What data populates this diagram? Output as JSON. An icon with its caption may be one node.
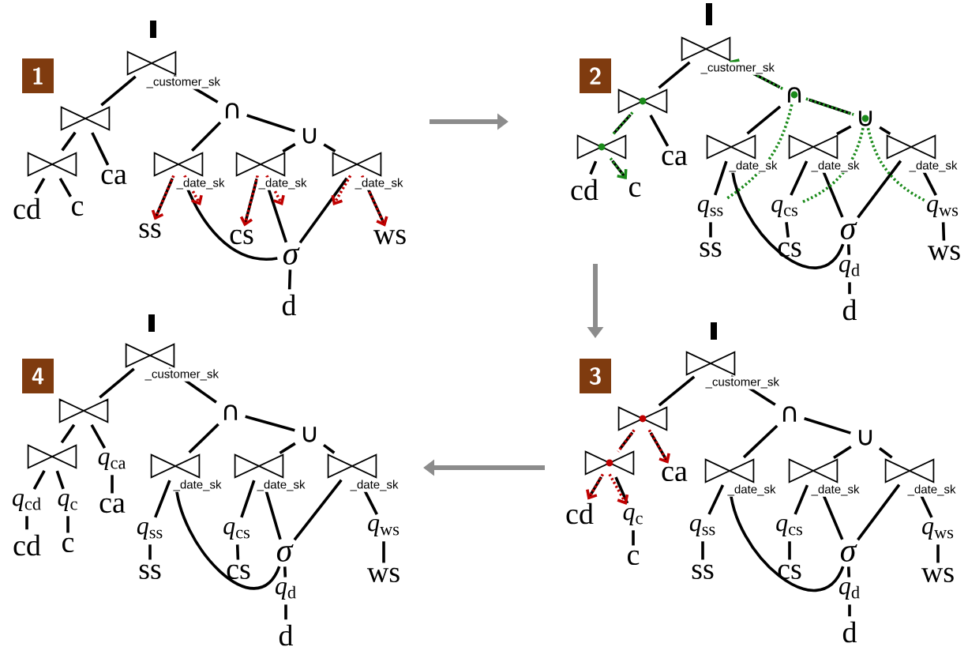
{
  "diagram": {
    "nodes": [
      {
        "text": [
          "1"
        ]
      },
      {
        "text": [],
        "shape": "bowtie",
        "beside": [
          "_customer_sk"
        ]
      },
      {
        "text": [],
        "shape": "bowtie"
      },
      {
        "text": [],
        "shape": "bowtie"
      },
      {
        "text": [
          "cd"
        ]
      },
      {
        "text": [
          "c"
        ]
      },
      {
        "text": [
          "ca"
        ]
      },
      {
        "text": [
          "∩"
        ]
      },
      {
        "text": [
          "∪"
        ]
      },
      {
        "text": [],
        "shape": "bowtie",
        "beside": [
          "_date_sk"
        ]
      },
      {
        "text": [],
        "shape": "bowtie",
        "beside": [
          "_date_sk"
        ]
      },
      {
        "text": [],
        "shape": "bowtie",
        "beside": [
          "_date_sk"
        ]
      },
      {
        "text": [
          "ss"
        ]
      },
      {
        "text": [
          "cs"
        ]
      },
      {
        "text": [
          "ws"
        ]
      },
      {
        "text": [
          "σ"
        ]
      },
      {
        "text": [
          "d"
        ]
      },
      {
        "text": [
          "2"
        ]
      },
      {
        "text": [],
        "shape": "bowtie",
        "beside": [
          "_customer_sk"
        ]
      },
      {
        "text": [],
        "shape": "bowtie"
      },
      {
        "text": [],
        "shape": "bowtie"
      },
      {
        "text": [
          "cd"
        ]
      },
      {
        "text": [
          "c"
        ]
      },
      {
        "text": [
          "ca"
        ]
      },
      {
        "text": [
          "∩"
        ]
      },
      {
        "text": [
          "∪"
        ]
      },
      {
        "text": [],
        "shape": "bowtie",
        "beside": [
          "_date_sk"
        ]
      },
      {
        "text": [],
        "shape": "bowtie",
        "beside": [
          "_date_sk"
        ]
      },
      {
        "text": [],
        "shape": "bowtie",
        "beside": [
          "_date_sk"
        ]
      },
      {
        "text": [
          "*q*$_{ss}$"
        ]
      },
      {
        "text": [
          "ss"
        ]
      },
      {
        "text": [
          "*q*$_{cs}$"
        ]
      },
      {
        "text": [
          "cs"
        ]
      },
      {
        "text": [
          "σ"
        ]
      },
      {
        "text": [
          "*q*$_{d}$"
        ]
      },
      {
        "text": [
          "d"
        ]
      },
      {
        "text": [
          "*q*$_{ws}$"
        ]
      },
      {
        "text": [
          "ws"
        ]
      },
      {
        "text": [
          "3"
        ]
      },
      {
        "text": [],
        "shape": "bowtie",
        "beside": [
          "_customer_sk"
        ]
      },
      {
        "text": [],
        "shape": "bowtie"
      },
      {
        "text": [],
        "shape": "bowtie"
      },
      {
        "text": [
          "cd"
        ]
      },
      {
        "text": [
          "*q*$_{c}$"
        ]
      },
      {
        "text": [
          "c"
        ]
      },
      {
        "text": [
          "ca"
        ]
      },
      {
        "text": [
          "∩"
        ]
      },
      {
        "text": [
          "∪"
        ]
      },
      {
        "text": [],
        "shape": "bowtie",
        "beside": [
          "_date_sk"
        ]
      },
      {
        "text": [],
        "shape": "bowtie",
        "beside": [
          "_date_sk"
        ]
      },
      {
        "text": [],
        "shape": "bowtie",
        "beside": [
          "_date_sk"
        ]
      },
      {
        "text": [
          "*q*$_{ss}$"
        ]
      },
      {
        "text": [
          "ss"
        ]
      },
      {
        "text": [
          "*q*$_{cs}$"
        ]
      },
      {
        "text": [
          "cs"
        ]
      },
      {
        "text": [
          "σ"
        ]
      },
      {
        "text": [
          "*q*$_{d}$"
        ]
      },
      {
        "text": [
          "d"
        ]
      },
      {
        "text": [
          "*q*$_{ws}$"
        ]
      },
      {
        "text": [
          "ws"
        ]
      },
      {
        "text": [
          "4"
        ]
      },
      {
        "text": [],
        "shape": "bowtie",
        "beside": [
          "_customer_sk"
        ]
      },
      {
        "text": [],
        "shape": "bowtie"
      },
      {
        "text": [],
        "shape": "bowtie"
      },
      {
        "text": [
          "*q*$_{cd}$"
        ]
      },
      {
        "text": [
          "cd"
        ]
      },
      {
        "text": [
          "*q*$_{c}$"
        ]
      },
      {
        "text": [
          "c"
        ]
      },
      {
        "text": [
          "*q*$_{ca}$"
        ]
      },
      {
        "text": [
          "ca"
        ]
      },
      {
        "text": [
          "∩"
        ]
      },
      {
        "text": [
          "∪"
        ]
      },
      {
        "text": [],
        "shape": "bowtie",
        "beside": [
          "_date_sk"
        ]
      },
      {
        "text": [],
        "shape": "bowtie",
        "beside": [
          "_date_sk"
        ]
      },
      {
        "text": [],
        "shape": "bowtie",
        "beside": [
          "_date_sk"
        ]
      },
      {
        "text": [
          "*q*$_{ss}$"
        ]
      },
      {
        "text": [
          "ss"
        ]
      },
      {
        "text": [
          "*q*$_{cs}$"
        ]
      },
      {
        "text": [
          "cs"
        ]
      },
      {
        "text": [
          "σ"
        ]
      },
      {
        "text": [
          "*q*$_{d}$"
        ]
      },
      {
        "text": [
          "d"
        ]
      },
      {
        "text": [
          "*q*$_{ws}$"
        ]
      },
      {
        "text": [
          "ws"
        ]
      }
    ],
    "edges": [
      {
        "from": 1,
        "to": 2,
        "arrow": "none"
      },
      {
        "from": 1,
        "to": 7,
        "arrow": "none"
      },
      {
        "from": 2,
        "to": 3,
        "arrow": "none"
      },
      {
        "from": 2,
        "to": 6,
        "arrow": "none"
      },
      {
        "from": 3,
        "to": 4,
        "arrow": "none"
      },
      {
        "from": 3,
        "to": 5,
        "arrow": "none"
      },
      {
        "from": 7,
        "to": 9,
        "arrow": "none"
      },
      {
        "from": 7,
        "to": 8,
        "arrow": "none"
      },
      {
        "from": 8,
        "to": 10,
        "arrow": "none"
      },
      {
        "from": 8,
        "to": 11,
        "arrow": "none"
      },
      {
        "from": 9,
        "to": 12,
        "arrow": "none"
      },
      {
        "from": 9,
        "to": 15,
        "arrow": "none"
      },
      {
        "from": 10,
        "to": 13,
        "arrow": "none"
      },
      {
        "from": 10,
        "to": 15,
        "arrow": "none"
      },
      {
        "from": 11,
        "to": 15,
        "arrow": "none"
      },
      {
        "from": 11,
        "to": 14,
        "arrow": "none"
      },
      {
        "from": 15,
        "to": 16,
        "arrow": "none"
      },
      {
        "from": 9,
        "to": 12,
        "arrow": "to",
        "style": "dashed",
        "color": "#c00000"
      },
      {
        "from": 9,
        "to": null,
        "arrow": "to",
        "style": "dashed",
        "color": "#c00000"
      },
      {
        "from": 10,
        "to": 13,
        "arrow": "to",
        "style": "dashed",
        "color": "#c00000"
      },
      {
        "from": 10,
        "to": null,
        "arrow": "to",
        "style": "dashed",
        "color": "#c00000"
      },
      {
        "from": 11,
        "to": null,
        "arrow": "to",
        "style": "dashed",
        "color": "#c00000"
      },
      {
        "from": 11,
        "to": 14,
        "arrow": "to",
        "style": "dashed",
        "color": "#c00000"
      },
      {
        "from": 18,
        "to": 19,
        "arrow": "none"
      },
      {
        "from": 18,
        "to": 24,
        "arrow": "none"
      },
      {
        "from": 19,
        "to": 20,
        "arrow": "none"
      },
      {
        "from": 19,
        "to": 23,
        "arrow": "none"
      },
      {
        "from": 20,
        "to": 21,
        "arrow": "none"
      },
      {
        "from": 20,
        "to": 22,
        "arrow": "none"
      },
      {
        "from": 24,
        "to": 26,
        "arrow": "none"
      },
      {
        "from": 24,
        "to": 25,
        "arrow": "none"
      },
      {
        "from": 25,
        "to": 27,
        "arrow": "none"
      },
      {
        "from": 25,
        "to": 28,
        "arrow": "none"
      },
      {
        "from": 26,
        "to": 29,
        "arrow": "none"
      },
      {
        "from": 29,
        "to": 30,
        "arrow": "none"
      },
      {
        "from": 26,
        "to": 33,
        "arrow": "none"
      },
      {
        "from": 27,
        "to": 31,
        "arrow": "none"
      },
      {
        "from": 31,
        "to": 32,
        "arrow": "none"
      },
      {
        "from": 27,
        "to": 33,
        "arrow": "none"
      },
      {
        "from": 28,
        "to": 33,
        "arrow": "none"
      },
      {
        "from": 28,
        "to": 36,
        "arrow": "none"
      },
      {
        "from": 36,
        "to": 37,
        "arrow": "none"
      },
      {
        "from": 33,
        "to": 34,
        "arrow": "none"
      },
      {
        "from": 34,
        "to": 35,
        "arrow": "none"
      },
      {
        "from": 19,
        "to": 20,
        "arrow": "none",
        "style": "dashed",
        "color": "#1a8a1a"
      },
      {
        "from": 20,
        "to": 22,
        "arrow": "to",
        "style": "dashed",
        "color": "#1a8a1a"
      },
      {
        "from": 24,
        "to": 18,
        "arrow": "to",
        "style": "dashed",
        "color": "#1a8a1a"
      },
      {
        "from": 24,
        "to": 25,
        "arrow": "none",
        "style": "dashed",
        "color": "#1a8a1a"
      },
      {
        "from": 24,
        "to": 29,
        "arrow": "none",
        "style": "dashed",
        "color": "#1a8a1a"
      },
      {
        "from": 25,
        "to": 31,
        "arrow": "none",
        "style": "dashed",
        "color": "#1a8a1a"
      },
      {
        "from": 25,
        "to": 36,
        "arrow": "none",
        "style": "dashed",
        "color": "#1a8a1a"
      },
      {
        "from": 39,
        "to": 40,
        "arrow": "none"
      },
      {
        "from": 39,
        "to": 46,
        "arrow": "none"
      },
      {
        "from": 40,
        "to": 41,
        "arrow": "none"
      },
      {
        "from": 40,
        "to": 45,
        "arrow": "none"
      },
      {
        "from": 41,
        "to": 42,
        "arrow": "none"
      },
      {
        "from": 41,
        "to": 43,
        "arrow": "none"
      },
      {
        "from": 43,
        "to": 44,
        "arrow": "none"
      },
      {
        "from": 46,
        "to": 48,
        "arrow": "none"
      },
      {
        "from": 46,
        "to": 47,
        "arrow": "none"
      },
      {
        "from": 47,
        "to": 49,
        "arrow": "none"
      },
      {
        "from": 47,
        "to": 50,
        "arrow": "none"
      },
      {
        "from": 48,
        "to": 51,
        "arrow": "none"
      },
      {
        "from": 51,
        "to": 52,
        "arrow": "none"
      },
      {
        "from": 48,
        "to": 55,
        "arrow": "none"
      },
      {
        "from": 49,
        "to": 53,
        "arrow": "none"
      },
      {
        "from": 53,
        "to": 54,
        "arrow": "none"
      },
      {
        "from": 49,
        "to": 55,
        "arrow": "none"
      },
      {
        "from": 50,
        "to": 55,
        "arrow": "none"
      },
      {
        "from": 50,
        "to": 58,
        "arrow": "none"
      },
      {
        "from": 58,
        "to": 59,
        "arrow": "none"
      },
      {
        "from": 55,
        "to": 56,
        "arrow": "none"
      },
      {
        "from": 56,
        "to": 57,
        "arrow": "none"
      },
      {
        "from": 40,
        "to": 45,
        "arrow": "to",
        "style": "dashed",
        "color": "#c00000"
      },
      {
        "from": 40,
        "to": 41,
        "arrow": "none",
        "style": "dashed",
        "color": "#c00000"
      },
      {
        "from": 41,
        "to": 42,
        "arrow": "to",
        "style": "dashed",
        "color": "#c00000"
      },
      {
        "from": 41,
        "to": 43,
        "arrow": "to",
        "style": "dashed",
        "color": "#c00000"
      },
      {
        "from": 61,
        "to": 62,
        "arrow": "none"
      },
      {
        "from": 61,
        "to": 70,
        "arrow": "none"
      },
      {
        "from": 62,
        "to": 63,
        "arrow": "none"
      },
      {
        "from": 62,
        "to": 68,
        "arrow": "none"
      },
      {
        "from": 68,
        "to": 69,
        "arrow": "none"
      },
      {
        "from": 63,
        "to": 64,
        "arrow": "none"
      },
      {
        "from": 64,
        "to": 65,
        "arrow": "none"
      },
      {
        "from": 63,
        "to": 66,
        "arrow": "none"
      },
      {
        "from": 66,
        "to": 67,
        "arrow": "none"
      },
      {
        "from": 70,
        "to": 72,
        "arrow": "none"
      },
      {
        "from": 70,
        "to": 71,
        "arrow": "none"
      },
      {
        "from": 71,
        "to": 73,
        "arrow": "none"
      },
      {
        "from": 71,
        "to": 74,
        "arrow": "none"
      },
      {
        "from": 72,
        "to": 75,
        "arrow": "none"
      },
      {
        "from": 75,
        "to": 76,
        "arrow": "none"
      },
      {
        "from": 72,
        "to": 79,
        "arrow": "none"
      },
      {
        "from": 73,
        "to": 77,
        "arrow": "none"
      },
      {
        "from": 77,
        "to": 78,
        "arrow": "none"
      },
      {
        "from": 73,
        "to": 79,
        "arrow": "none"
      },
      {
        "from": 74,
        "to": 79,
        "arrow": "none"
      },
      {
        "from": 74,
        "to": 82,
        "arrow": "none"
      },
      {
        "from": 82,
        "to": 83,
        "arrow": "none"
      },
      {
        "from": 79,
        "to": 80,
        "arrow": "none"
      },
      {
        "from": 80,
        "to": 81,
        "arrow": "none"
      }
    ]
  }
}
